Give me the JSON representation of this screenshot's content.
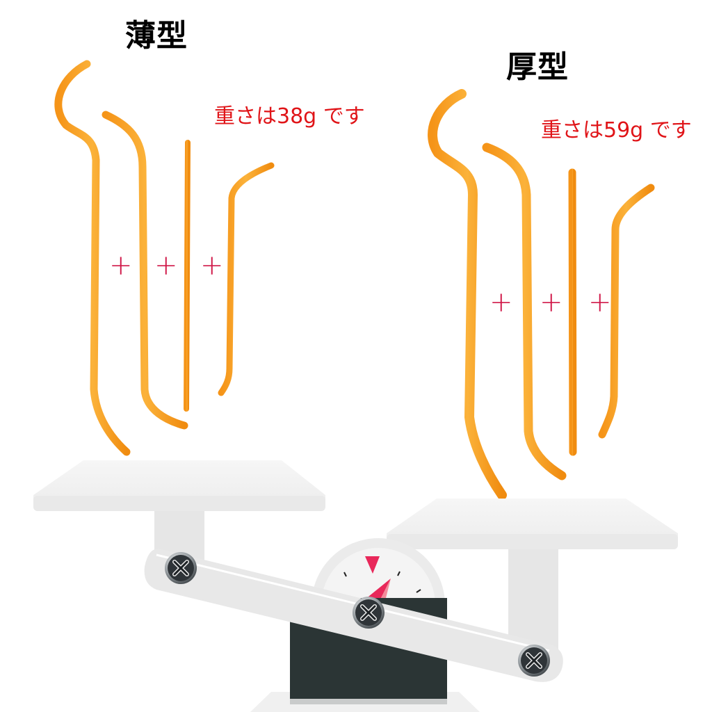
{
  "left_group": {
    "title": "薄型",
    "weight_label": "重さは38g です",
    "tool_count": 4,
    "plus_signs": [
      "+",
      "+",
      "+"
    ]
  },
  "right_group": {
    "title": "厚型",
    "weight_label": "重さは59g です",
    "tool_count": 4,
    "plus_signs": [
      "+",
      "+",
      "+"
    ]
  },
  "scale": {
    "left_pan": "raised",
    "right_pan": "lowered",
    "heavier_side": "right"
  },
  "colors": {
    "tool_orange": "#f7a22a",
    "weight_text": "#e01418",
    "plus_sign": "#d01848",
    "needle": "#e8285a",
    "scale_body": "#2b3535",
    "scale_white": "#f0f0f0"
  }
}
